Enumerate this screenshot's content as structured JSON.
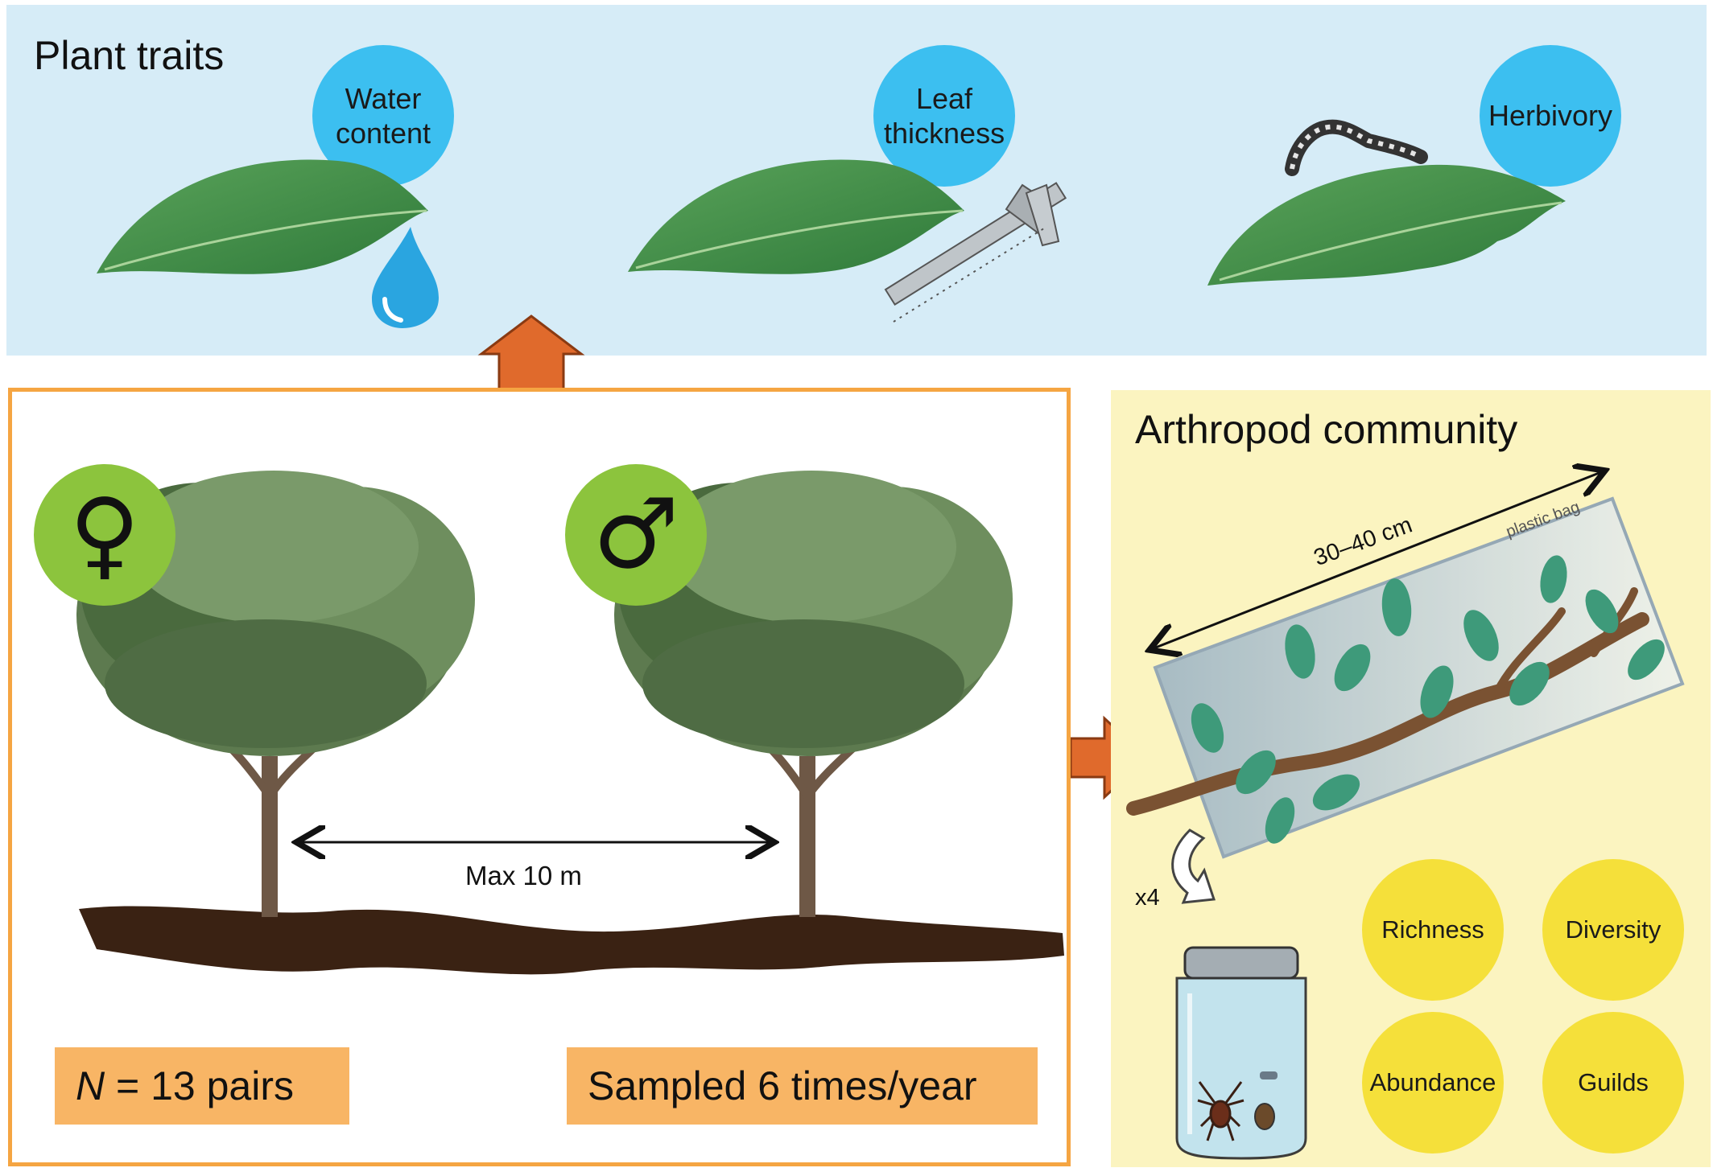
{
  "plant_traits": {
    "title": "Plant traits",
    "water_content": "Water content",
    "leaf_thickness": "Leaf thickness",
    "herbivory": "Herbivory"
  },
  "trees": {
    "female_symbol": "♀",
    "male_symbol": "♂",
    "distance_label": "Max 10 m",
    "n_label_italic": "N",
    "n_label_rest": " = 13 pairs",
    "sampling_label": "Sampled 6 times/year"
  },
  "arthropod": {
    "title": "Arthropod community",
    "bag_length": "30–40 cm",
    "bag_label": "plastic bag",
    "repeat_label": "x4",
    "metrics": [
      "Richness",
      "Diversity",
      "Abundance",
      "Guilds"
    ]
  },
  "colors": {
    "top_panel": "#d6ecf7",
    "left_border": "#f5a542",
    "right_panel": "#fbf4c0",
    "arrow": "#e06a2c",
    "circle_blue": "#3cbff0",
    "circle_yellow": "#f5e03a",
    "circle_green": "#8cc43d"
  }
}
